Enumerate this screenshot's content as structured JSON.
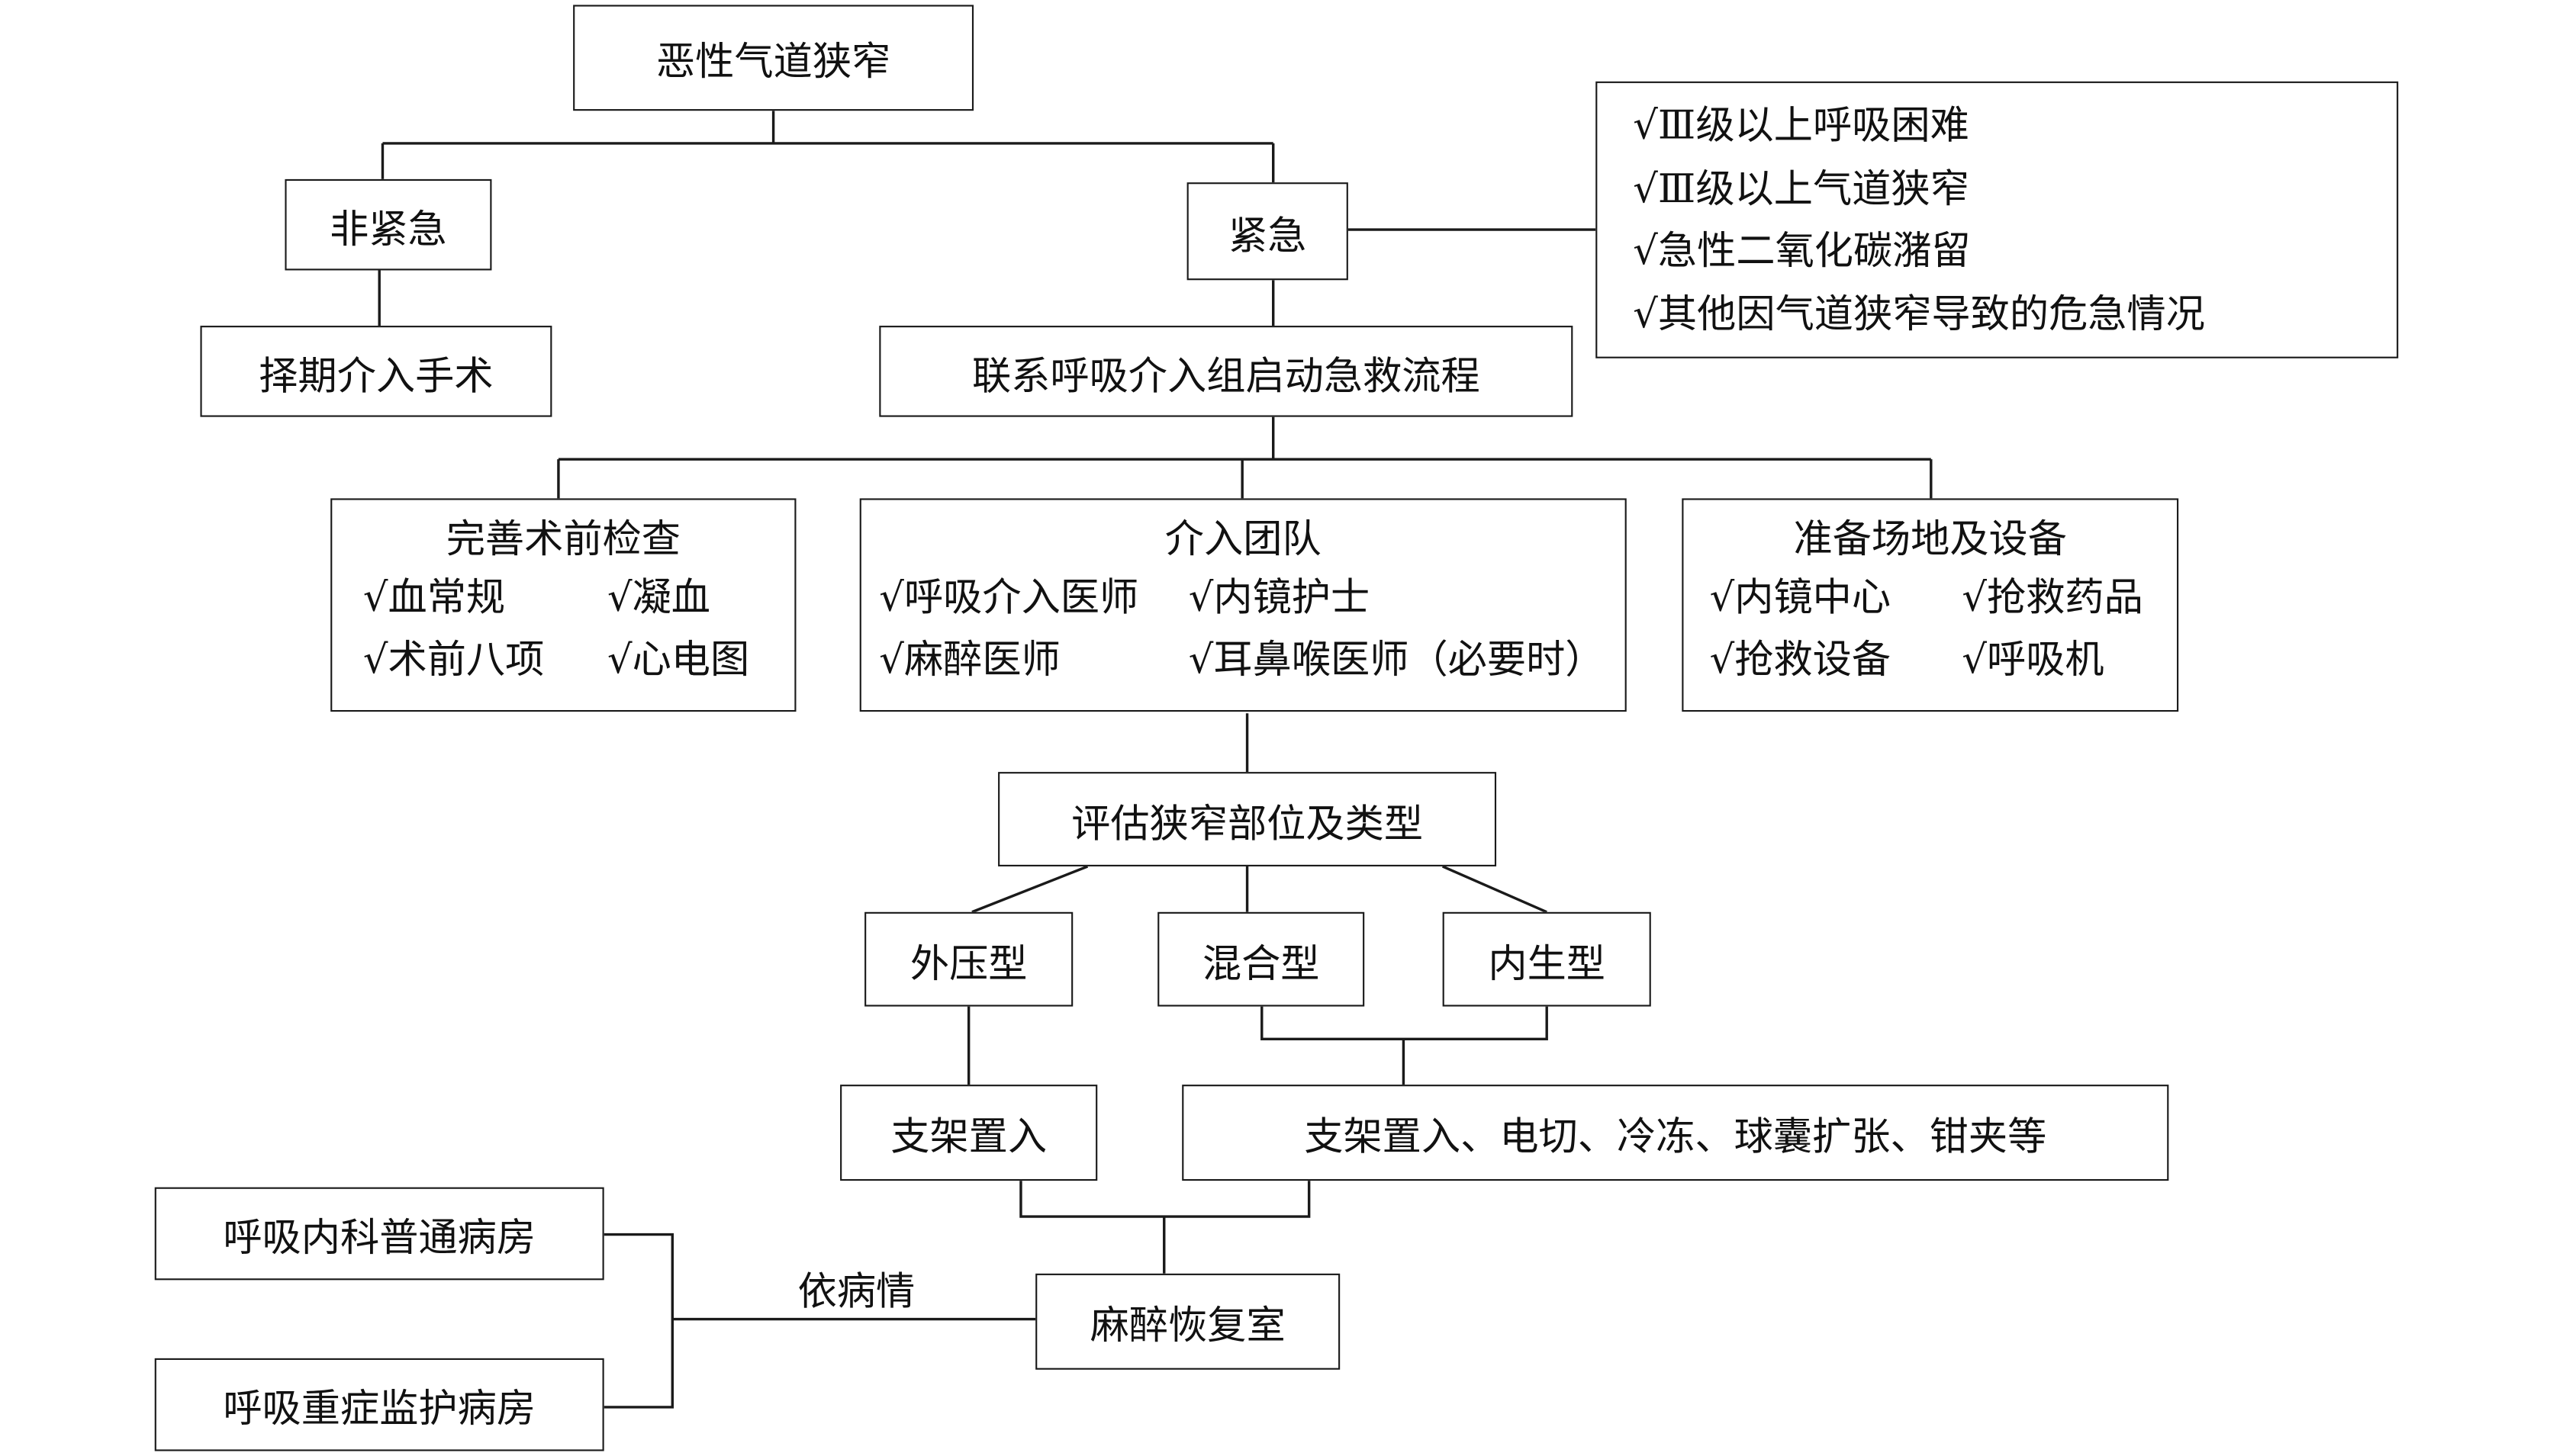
{
  "diagram": {
    "root": "恶性气道狭窄",
    "non_urgent": "非紧急",
    "elective_surgery": "择期介入手术",
    "urgent": "紧急",
    "urgent_criteria": [
      "√Ⅲ级以上呼吸困难",
      "√Ⅲ级以上气道狭窄",
      "√急性二氧化碳潴留",
      "√其他因气道狭窄导致的危急情况"
    ],
    "contact_team": "联系呼吸介入组启动急救流程",
    "preop_checks": {
      "title": "完善术前检查",
      "items": [
        "√血常规",
        "√凝血",
        "√术前八项",
        "√心电图"
      ]
    },
    "intervention_team": {
      "title": "介入团队",
      "items": [
        "√呼吸介入医师",
        "√内镜护士",
        "√麻醉医师",
        "√耳鼻喉医师（必要时）"
      ]
    },
    "prepare_site": {
      "title": "准备场地及设备",
      "items": [
        "√内镜中心",
        "√抢救药品",
        "√抢救设备",
        "√呼吸机"
      ]
    },
    "assess": "评估狭窄部位及类型",
    "types": {
      "external": "外压型",
      "mixed": "混合型",
      "internal": "内生型"
    },
    "stent": "支架置入",
    "combined_treatment": "支架置入、电切、冷冻、球囊扩张、钳夹等",
    "recovery_room": "麻醉恢复室",
    "condition_label": "依病情",
    "general_ward": "呼吸内科普通病房",
    "icu_ward": "呼吸重症监护病房"
  }
}
